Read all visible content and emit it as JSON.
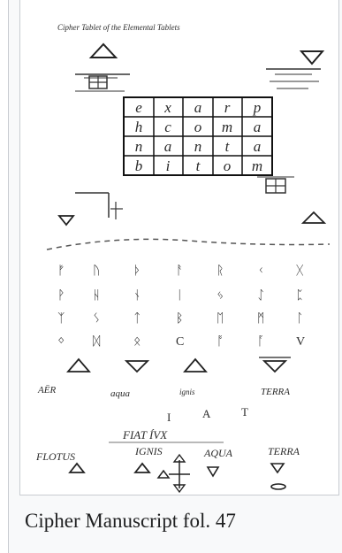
{
  "caption": "Cipher Manuscript fol. 47",
  "manuscript": {
    "heading": "Cipher Tablet of the Elemental Tablets",
    "grid": [
      [
        "e",
        "x",
        "a",
        "r",
        "p"
      ],
      [
        "h",
        "c",
        "o",
        "m",
        "a"
      ],
      [
        "n",
        "a",
        "n",
        "t",
        "a"
      ],
      [
        "b",
        "i",
        "t",
        "o",
        "m"
      ]
    ],
    "cipher_rows": [
      [
        "ᚠ",
        "ᚢ",
        "ᚦ",
        "ᚨ",
        "ᚱ",
        "ᚲ",
        "ᚷ"
      ],
      [
        "ᚹ",
        "ᚺ",
        "ᚾ",
        "ᛁ",
        "ᛃ",
        "ᛇ",
        "ᛈ"
      ],
      [
        "ᛉ",
        "ᛊ",
        "ᛏ",
        "ᛒ",
        "ᛖ",
        "ᛗ",
        "ᛚ"
      ],
      [
        "ᛜ",
        "ᛞ",
        "ᛟ",
        "C",
        "ᚩ",
        "ᚪ",
        "V"
      ]
    ],
    "element_labels_row1": [
      "AËR",
      "aqua",
      "ignis",
      "TERRA"
    ],
    "letters_row": [
      "I",
      "A",
      "T"
    ],
    "motto": "FIAT ÍVX",
    "element_labels_row2": [
      "FLOTUS",
      "IGNIS",
      "AQUA",
      "TERRA"
    ]
  }
}
